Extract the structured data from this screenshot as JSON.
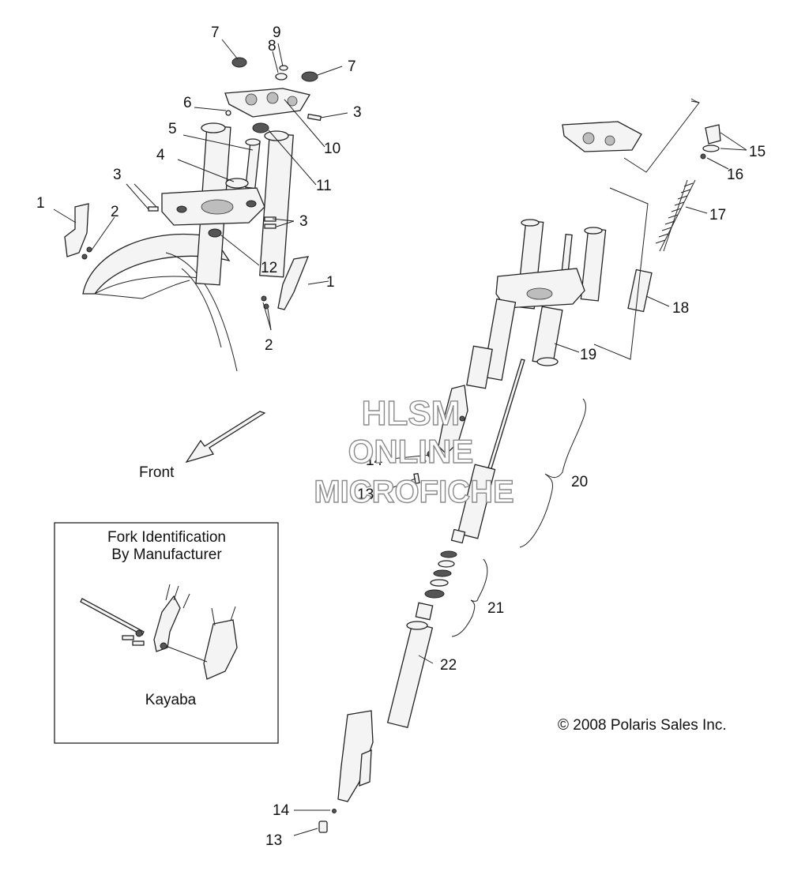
{
  "watermark": {
    "line1": "HLSM",
    "line2": "ONLINE",
    "line3": "MICROFICHE"
  },
  "direction_label": "Front",
  "inset": {
    "title_line1": "Fork Identification",
    "title_line2": "By Manufacturer",
    "manufacturer": "Kayaba"
  },
  "copyright": "© 2008 Polaris Sales Inc.",
  "callouts": {
    "c1a": "1",
    "c1b": "1",
    "c2a": "2",
    "c2b": "2",
    "c3a": "3",
    "c3b": "3",
    "c3c": "3",
    "c4": "4",
    "c5": "5",
    "c6": "6",
    "c7a": "7",
    "c7b": "7",
    "c8": "8",
    "c9": "9",
    "c10": "10",
    "c11": "11",
    "c12": "12",
    "c13a": "13",
    "c13b": "13",
    "c14a": "14",
    "c14b": "14",
    "c15": "15",
    "c16": "16",
    "c17": "17",
    "c18": "18",
    "c19": "19",
    "c20": "20",
    "c21": "21",
    "c22": "22"
  }
}
